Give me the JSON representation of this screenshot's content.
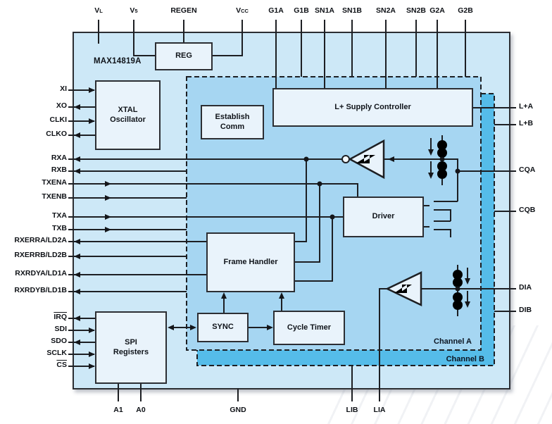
{
  "chip": {
    "part_number": "MAX14819A"
  },
  "regions": {
    "channel_a": {
      "label": "Channel A"
    },
    "channel_b": {
      "label": "Channel B"
    }
  },
  "blocks": {
    "reg": {
      "label": "REG"
    },
    "xtal": {
      "line1": "XTAL",
      "line2": "Oscillator"
    },
    "establish": {
      "line1": "Establish",
      "line2": "Comm"
    },
    "supply": {
      "label": "L+ Supply Controller"
    },
    "driver": {
      "label": "Driver"
    },
    "frame": {
      "label": "Frame Handler"
    },
    "sync": {
      "label": "SYNC"
    },
    "cycle": {
      "label": "Cycle Timer"
    },
    "spi": {
      "line1": "SPI",
      "line2": "Registers"
    }
  },
  "pins": {
    "top": [
      {
        "main": "V",
        "sub": "L"
      },
      {
        "main": "V",
        "sub": "5"
      },
      {
        "label": "REGEN"
      },
      {
        "main": "V",
        "sub": "CC"
      },
      {
        "label": "G1A"
      },
      {
        "label": "G1B"
      },
      {
        "label": "SN1A"
      },
      {
        "label": "SN1B"
      },
      {
        "label": "SN2A"
      },
      {
        "label": "SN2B"
      },
      {
        "label": "G2A"
      },
      {
        "label": "G2B"
      }
    ],
    "left": [
      {
        "label": "XI"
      },
      {
        "label": "XO"
      },
      {
        "label": "CLKI"
      },
      {
        "label": "CLKO"
      },
      {
        "label": "RXA"
      },
      {
        "label": "RXB"
      },
      {
        "label": "TXENA"
      },
      {
        "label": "TXENB"
      },
      {
        "label": "TXA"
      },
      {
        "label": "TXB"
      },
      {
        "label": "RXERRA/LD2A"
      },
      {
        "label": "RXERRB/LD2B"
      },
      {
        "label": "RXRDYA/LD1A"
      },
      {
        "label": "RXRDYB/LD1B"
      },
      {
        "label": "IRQ",
        "overline": true
      },
      {
        "label": "SDI"
      },
      {
        "label": "SDO"
      },
      {
        "label": "SCLK"
      },
      {
        "label": "CS",
        "overline": true
      }
    ],
    "right": [
      {
        "label": "L+A"
      },
      {
        "label": "L+B"
      },
      {
        "label": "CQA"
      },
      {
        "label": "CQB"
      },
      {
        "label": "DIA"
      },
      {
        "label": "DIB"
      }
    ],
    "bottom": [
      {
        "label": "A1"
      },
      {
        "label": "A0"
      },
      {
        "label": "GND"
      },
      {
        "label": "LIB"
      },
      {
        "label": "LIA"
      }
    ]
  },
  "symbols": {
    "schmitt_inverter": "schmitt-trigger-inverter-icon",
    "schmitt_buffer": "schmitt-trigger-buffer-icon",
    "current_source": "current-source-icon",
    "nmos": "nmos-transistor-icon",
    "ground": "ground-icon"
  },
  "colors": {
    "chip_fill": "#cde8f7",
    "channel_a_fill": "#a6d6f2",
    "channel_b_fill": "#55bce9",
    "block_fill": "#e9f3fb",
    "line": "#1d1f23",
    "text": "#0e1116",
    "background": "#ffffff"
  }
}
